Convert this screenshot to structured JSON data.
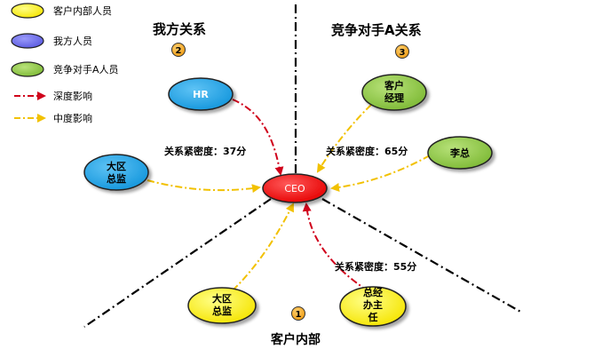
{
  "legend": {
    "client_internal": "客户内部人员",
    "our_staff": "我方人员",
    "competitor_staff": "竞争对手A人员",
    "deep_influence": "深度影响",
    "medium_influence": "中度影响"
  },
  "sections": {
    "ours": {
      "title": "我方关系",
      "number": "2"
    },
    "competitor": {
      "title": "竞争对手A关系",
      "number": "3"
    },
    "client": {
      "title": "客户内部",
      "number": "1"
    }
  },
  "density_labels": {
    "ours": "关系紧密度：37分",
    "competitor": "关系紧密度：65分",
    "client": "关系紧密度：55分"
  },
  "nodes": {
    "ceo": "CEO",
    "hr": "HR",
    "region_director_ours": [
      "大区",
      "总监"
    ],
    "account_manager": [
      "客户",
      "经理"
    ],
    "li_zong": "李总",
    "region_director_client": [
      "大区",
      "总监"
    ],
    "gm_office_director": [
      "总经",
      "办主",
      "任"
    ]
  },
  "colors": {
    "client_internal": "#FFF200",
    "our_staff": "#6C6CF0",
    "competitor_staff": "#8DC63F",
    "ceo_fill": "#FF0000",
    "our_node_fill": "#1FA3E8",
    "deep_arrow": "#D0021B",
    "medium_arrow": "#F2C100",
    "badge": "#F5A623"
  }
}
